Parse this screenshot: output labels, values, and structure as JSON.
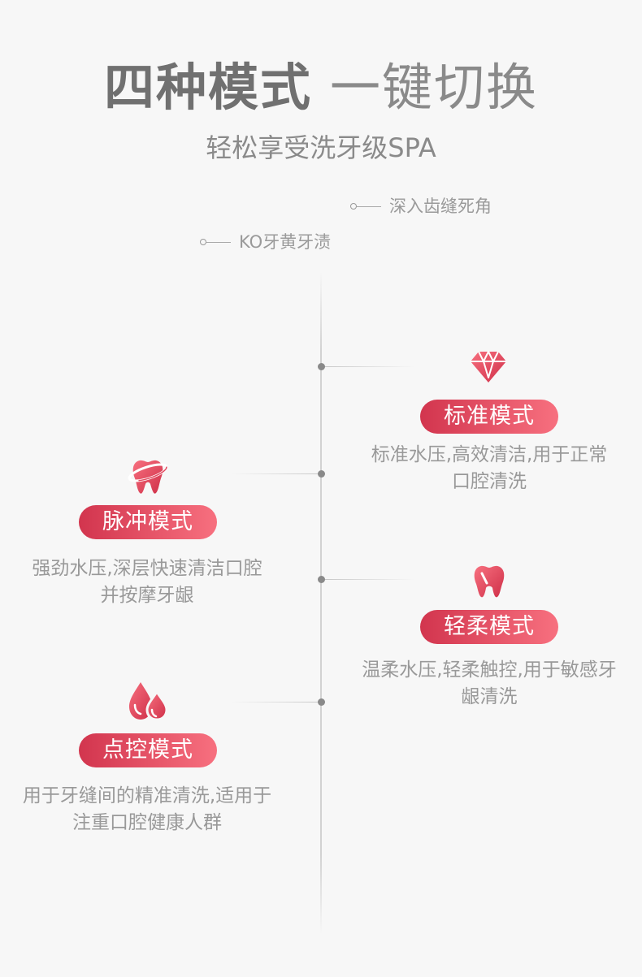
{
  "header": {
    "title_strong": "四种模式",
    "title_light": "一键切换",
    "subtitle": "轻松享受洗牙级SPA"
  },
  "tips": [
    "深入齿缝死角",
    "KO牙黄牙渍"
  ],
  "modes": [
    {
      "name": "标准模式",
      "desc_line1": "标准水压,高效清洁,用于正常",
      "desc_line2": "口腔清洗",
      "icon": "diamond-icon"
    },
    {
      "name": "脉冲模式",
      "desc_line1": "强劲水压,深层快速清洁口腔",
      "desc_line2": "并按摩牙龈",
      "icon": "tooth-orbit-icon"
    },
    {
      "name": "轻柔模式",
      "desc_line1": "温柔水压,轻柔触控,用于敏感牙",
      "desc_line2": "龈清洗",
      "icon": "tooth-icon"
    },
    {
      "name": "点控模式",
      "desc_line1": "用于牙缝间的精准清洗,适用于",
      "desc_line2": "注重口腔健康人群",
      "icon": "water-drops-icon"
    }
  ],
  "colors": {
    "accent_start": "#d2354e",
    "accent_end": "#f7707f",
    "background": "#f7f7f7",
    "title_text": "#707070",
    "body_text": "#999999"
  }
}
